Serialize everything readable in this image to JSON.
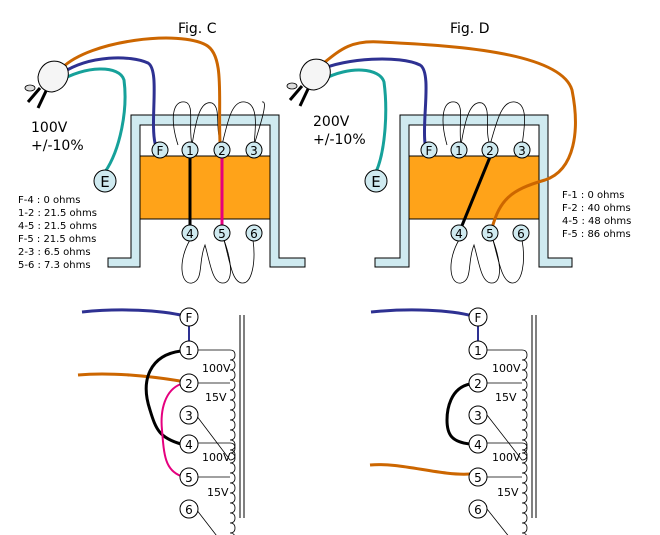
{
  "figures": {
    "c": {
      "title": "Fig. C",
      "voltage": "100V",
      "tolerance": "+/-10%",
      "earth": "E",
      "terminals": [
        "F",
        "1",
        "2",
        "3",
        "4",
        "5",
        "6"
      ],
      "resistances": [
        "F-4 : 0 ohms",
        "1-2 : 21.5 ohms",
        "4-5 : 21.5 ohms",
        "F-5 : 21.5 ohms",
        "2-3 : 6.5 ohms",
        "5-6 : 7.3 ohms"
      ]
    },
    "d": {
      "title": "Fig. D",
      "voltage": "200V",
      "tolerance": "+/-10%",
      "earth": "E",
      "terminals": [
        "F",
        "1",
        "2",
        "3",
        "4",
        "5",
        "6"
      ],
      "resistances": [
        "F-1 : 0 ohms",
        "F-2 : 40 ohms",
        "4-5 : 48 ohms",
        "F-5 : 86 ohms"
      ]
    }
  },
  "schematics": {
    "c": {
      "terminals": [
        "F",
        "1",
        "2",
        "3",
        "4",
        "5",
        "6"
      ],
      "coil_labels": [
        "100V",
        "15V",
        "100V",
        "15V"
      ]
    },
    "d": {
      "terminals": [
        "F",
        "1",
        "2",
        "3",
        "4",
        "5",
        "6"
      ],
      "coil_labels": [
        "100V",
        "15V",
        "100V",
        "15V"
      ]
    }
  },
  "colors": {
    "core": "#ffa319",
    "frame": "#cfeaf0",
    "live_wire": "#2e3192",
    "neutral_wire": "#cc6600",
    "earth_wire": "#16a19a",
    "link_black": "#000000",
    "link_magenta": "#e5007e"
  }
}
